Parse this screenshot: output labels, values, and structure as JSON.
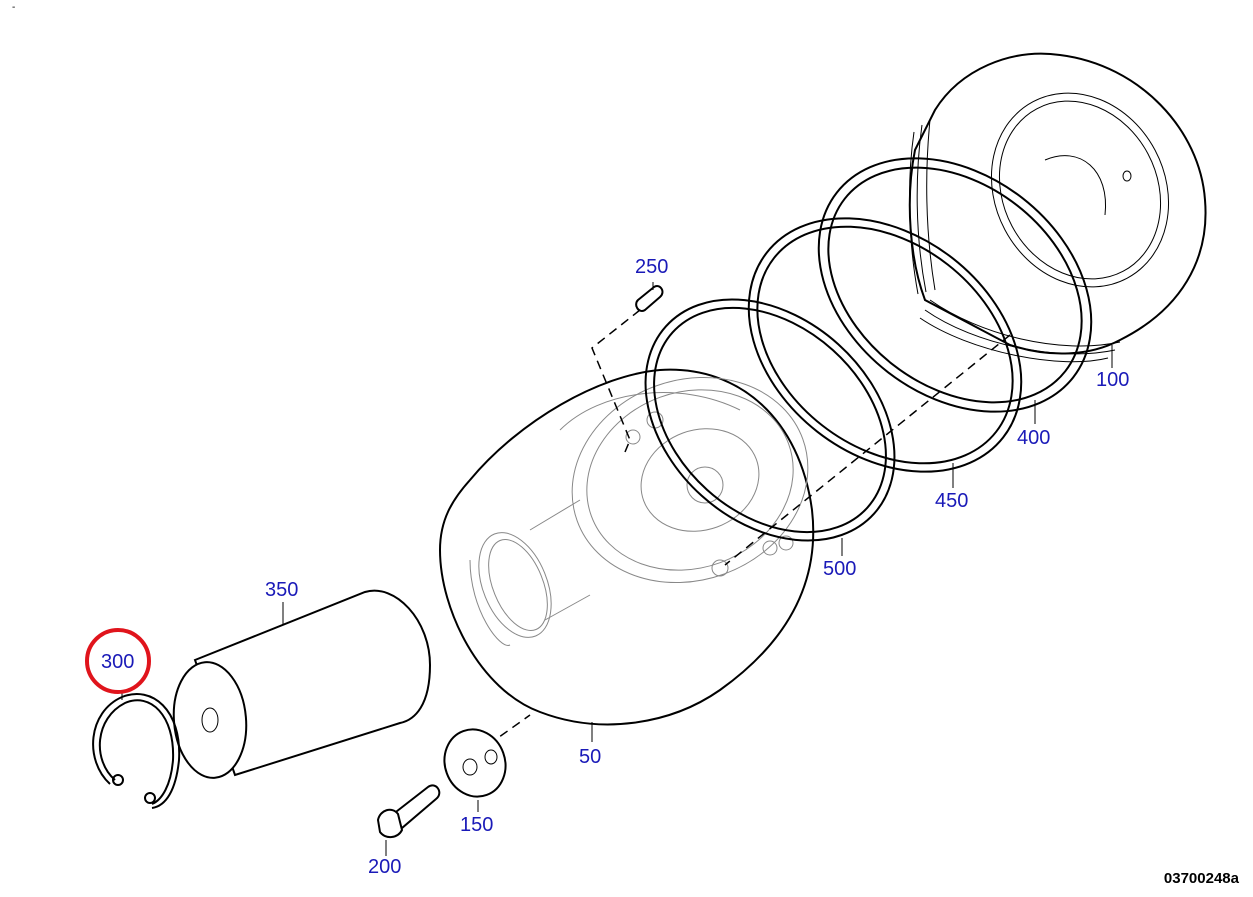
{
  "diagram": {
    "corner_mark": "-",
    "reference_code": "03700248a",
    "highlight_color": "#e0141c",
    "label_color": "#1a1ab8",
    "parts": [
      {
        "number": "50"
      },
      {
        "number": "100"
      },
      {
        "number": "150"
      },
      {
        "number": "200"
      },
      {
        "number": "250"
      },
      {
        "number": "300",
        "highlighted": true
      },
      {
        "number": "350"
      },
      {
        "number": "400"
      },
      {
        "number": "450"
      },
      {
        "number": "500"
      }
    ]
  }
}
